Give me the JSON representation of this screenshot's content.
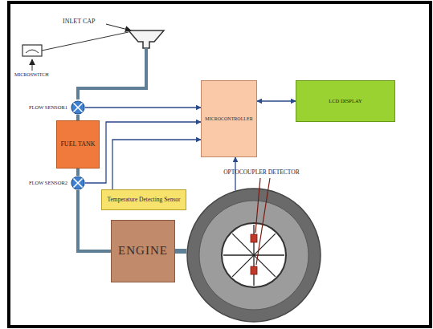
{
  "diagram": {
    "nodes": [
      {
        "text": [
          "FLOW SENSOR1"
        ]
      },
      {
        "text": [
          "FUEL TANK"
        ]
      },
      {
        "text": [
          "FLOW SENSOR2"
        ]
      },
      {
        "text": [
          "Temperature Detecting Sensor"
        ]
      },
      {
        "text": [
          "ENGINE"
        ]
      },
      {
        "text": [
          "MICROCONTROLLER"
        ]
      },
      {
        "text": [
          "LCD DISPLAY"
        ]
      },
      {
        "text": [
          "OPTOCOUPLER DETECTOR"
        ]
      }
    ],
    "edges": [
      {
        "from": 0,
        "to": 5,
        "arrow": "to"
      },
      {
        "from": 2,
        "to": 5,
        "arrow": "to"
      },
      {
        "from": 3,
        "to": 5,
        "arrow": "to"
      },
      {
        "from": 7,
        "to": 5,
        "arrow": "to"
      },
      {
        "from": 5,
        "to": 6,
        "arrow": "both"
      },
      {
        "from": 0,
        "to": 1,
        "arrow": "none"
      },
      {
        "from": 1,
        "to": 2,
        "arrow": "none"
      },
      {
        "from": 2,
        "to": 4,
        "arrow": "none"
      },
      {
        "from": 4,
        "to": 7,
        "arrow": "none"
      }
    ],
    "labels": [
      "INLET CAP",
      "MICROSWITCH"
    ]
  }
}
